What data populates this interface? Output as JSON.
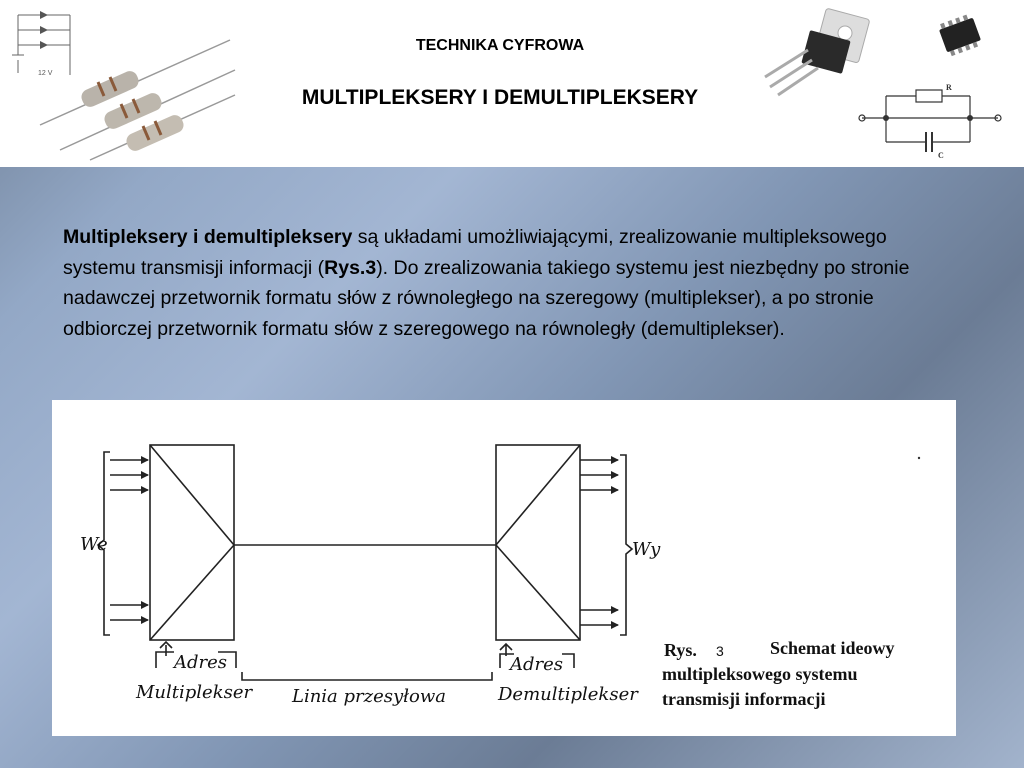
{
  "header": {
    "subject": "TECHNIKA CYFROWA",
    "title": "MULTIPLEKSERY I DEMULTIPLEKSERY",
    "decor": {
      "diode_label": "12 V",
      "circuit_r_label": "R",
      "circuit_c_label": "C"
    }
  },
  "body": {
    "lead_bold": "Multipleksery i demultipleksery",
    "text_1": " są układami umożliwiającymi, zrealizowanie multipleksowego systemu transmisji informacji (",
    "ref_bold": "Rys.3",
    "text_2": "). Do zrealizowania takiego systemu jest niezbędny po stronie nadawczej przetwornik formatu słów z równoległego na szeregowy (multiplekser), a po stronie odbiorczej przetwornik formatu słów z szeregowego na równoległy (demultiplekser)."
  },
  "figure": {
    "input_label": "We",
    "output_label": "Wy",
    "mux_address": "Adres",
    "demux_address": "Adres",
    "mux_label": "Multiplekser",
    "line_label": "Linia przesyłowa",
    "demux_label": "Demultiplekser",
    "caption_prefix": "Rys.",
    "caption_number": "3",
    "caption_line1": "Schemat ideowy",
    "caption_line2": "multipleksowego systemu",
    "caption_line3": "transmisji informacji"
  }
}
